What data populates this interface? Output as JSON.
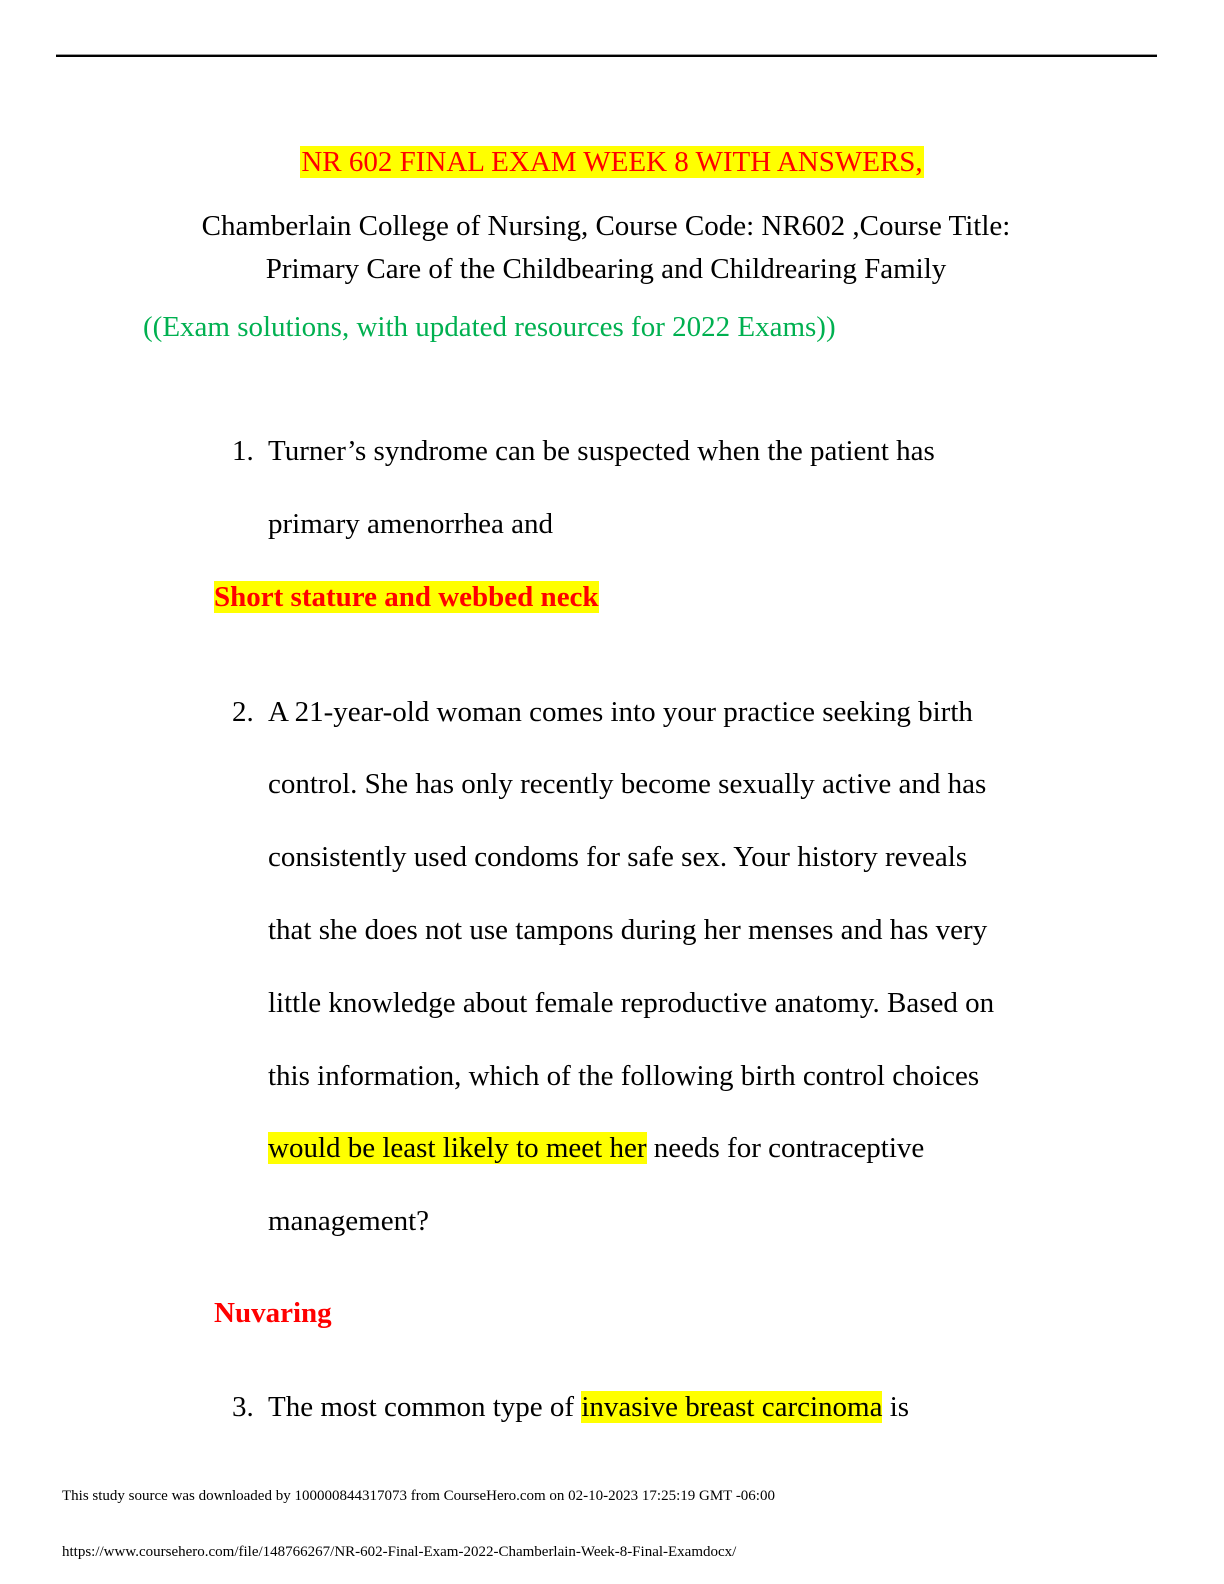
{
  "document": {
    "title": "NR 602 FINAL EXAM WEEK 8 WITH ANSWERS,",
    "subtitle_line1": "Chamberlain College of Nursing, Course Code: NR602 ,Course Title:",
    "subtitle_line2": "Primary Care of the Childbearing and Childrearing Family",
    "note": "((Exam solutions, with updated resources for 2022 Exams))",
    "colors": {
      "title_text": "#ff0000",
      "highlight": "#ffff00",
      "note_text": "#00b050",
      "answer_text": "#ff0000"
    }
  },
  "questions": [
    {
      "number": "1.",
      "lines": [
        "Turner’s syndrome can be suspected when the patient has",
        "primary amenorrhea and"
      ],
      "answer": "Short stature and webbed neck"
    },
    {
      "number": "2.",
      "lines": [
        "A 21-year-old woman comes into your practice seeking birth",
        "control. She has only recently become sexually active and has",
        "consistently used condoms for safe sex. Your history reveals",
        "that she does not use tampons during her menses and has very",
        "little knowledge about female reproductive anatomy. Based on",
        "this information, which of the following birth control choices"
      ],
      "line7_highlight": "would be least likely to meet her",
      "line7_rest": " needs for contraceptive",
      "line8": "management?",
      "answer": "Nuvaring"
    },
    {
      "number": "3.",
      "line_pre": "The most common type of ",
      "line_highlight": "invasive breast carcinoma",
      "line_post": " is"
    }
  ],
  "footer": {
    "download_note": "This study source was downloaded by 100000844317073 from CourseHero.com on 02-10-2023 17:25:19 GMT -06:00",
    "url": "https://www.coursehero.com/file/148766267/NR-602-Final-Exam-2022-Chamberlain-Week-8-Final-Examdocx/"
  }
}
